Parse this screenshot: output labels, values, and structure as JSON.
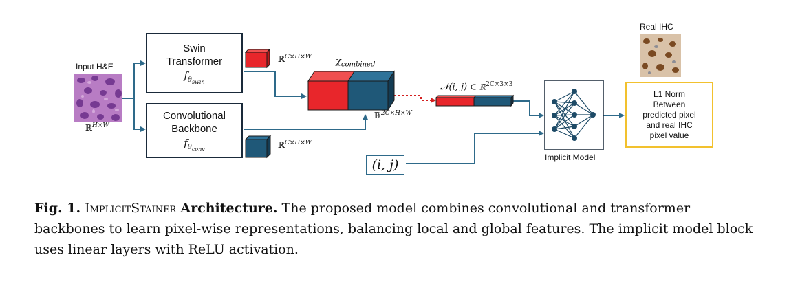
{
  "diagram": {
    "input_label": "Input H&E",
    "input_dim_base": "ℝ",
    "input_dim_sup": "H×W",
    "swin_line1": "Swin",
    "swin_line2": "Transformer",
    "swin_f": "f",
    "swin_sub_theta": "θ",
    "swin_sub_name": "swin",
    "conv_line1": "Convolutional",
    "conv_line2": "Backbone",
    "conv_f": "f",
    "conv_sub_theta": "θ",
    "conv_sub_name": "conv",
    "feat_dim_base": "ℝ",
    "feat_dim_sup": "C×H×W",
    "feat_dim2_base": "ℝ",
    "feat_dim2_sup": "C×H×W",
    "combined_chi": "χ",
    "combined_sub": "combined",
    "combined_dim_base": "ℝ",
    "combined_dim_sup": "2C×H×W",
    "neighborhood_label": "𝒩(i, j)  ∈  ℝ",
    "neighborhood_sup": "2C×3×3",
    "coord_label": "(i, j)",
    "implicit_label": "Implicit Model",
    "real_ihc_label": "Real IHC",
    "loss_text": [
      "L1 Norm",
      "Between",
      "predicted pixel",
      "and real IHC",
      "pixel value"
    ]
  },
  "caption": {
    "fig": "Fig. 1.",
    "title_sc": "ImplicitStainer",
    "title_bold": "Architecture.",
    "body": "The proposed model combines convolutional and transformer backbones to learn pixel-wise representations, balancing local and global features. The implicit model block uses linear layers with ReLU activation."
  },
  "colors": {
    "arrow": "#2e6a8a",
    "red": "#e8262b",
    "blue": "#1f5878",
    "loss_border": "#f2c12e",
    "dotted": "#d42020"
  },
  "images": {
    "he_patch": "purple H&E tissue texture",
    "ihc_patch": "brown-stained IHC tissue texture"
  }
}
